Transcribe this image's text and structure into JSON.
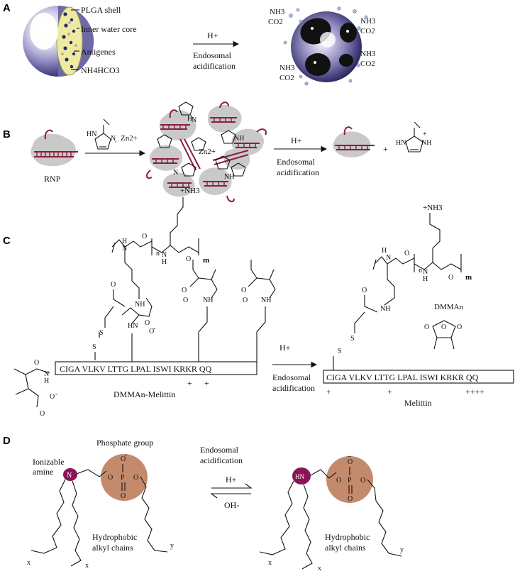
{
  "panels": {
    "A": {
      "letter": "A",
      "labels": [
        "PLGA shell",
        "Inner water core",
        "Antigenes",
        "NH4HCO3"
      ],
      "arrow_top": "H+",
      "arrow_bottom": [
        "Endosomal",
        "acidification"
      ],
      "gas_labels": [
        [
          "NH3",
          "CO2"
        ],
        [
          "NH3",
          "CO2"
        ],
        [
          "NH3",
          "CO2"
        ],
        [
          "NH3",
          "CO2"
        ]
      ]
    },
    "B": {
      "letter": "B",
      "rnp_label": "RNP",
      "zn_label": "Zn2+",
      "zn_center": "Zn2+",
      "arrow_top": "H+",
      "arrow_bottom": [
        "Endosomal",
        "acidification"
      ],
      "plus_sign": "+"
    },
    "C": {
      "letter": "C",
      "amine": "+NH3",
      "n_sub": "n",
      "m_sub": "m",
      "sequence_left": "CIGA VLKV LTTG LPAL ISWI KRKR QQ",
      "sequence_right": "CIGA VLKV LTTG LPAL ISWI KRKR QQ",
      "charges_left": [
        "+",
        "+"
      ],
      "charges_right": [
        "+",
        "+",
        "++++"
      ],
      "caption_left": "DMMAn-Melittin",
      "caption_right": "Melittin",
      "dmman_label": "DMMAn",
      "arrow_top": "H+",
      "arrow_bottom": [
        "Endosomal",
        "acidification"
      ]
    },
    "D": {
      "letter": "D",
      "phosphate_label": "Phosphate group",
      "amine_label": [
        "Ionizable",
        "amine"
      ],
      "alkyl_label": [
        "Hydrophobic",
        "alkyl chains"
      ],
      "arrow_top": [
        "Endosomal",
        "acidification"
      ],
      "forward": "H+",
      "reverse": "OH-",
      "sub_x": "x",
      "sub_y": "y",
      "n_atom": "N",
      "hn_atom": "HN",
      "p_atom": "P",
      "o_atom": "O",
      "amine_color": "#8b1456",
      "phosphate_color": "#c48a6c"
    }
  },
  "colors": {
    "rna": "#8a1f3a",
    "protein": "#c9c9c9",
    "shell_dark": "#2e2a5e",
    "core_yellow": "#eeeaa0"
  }
}
